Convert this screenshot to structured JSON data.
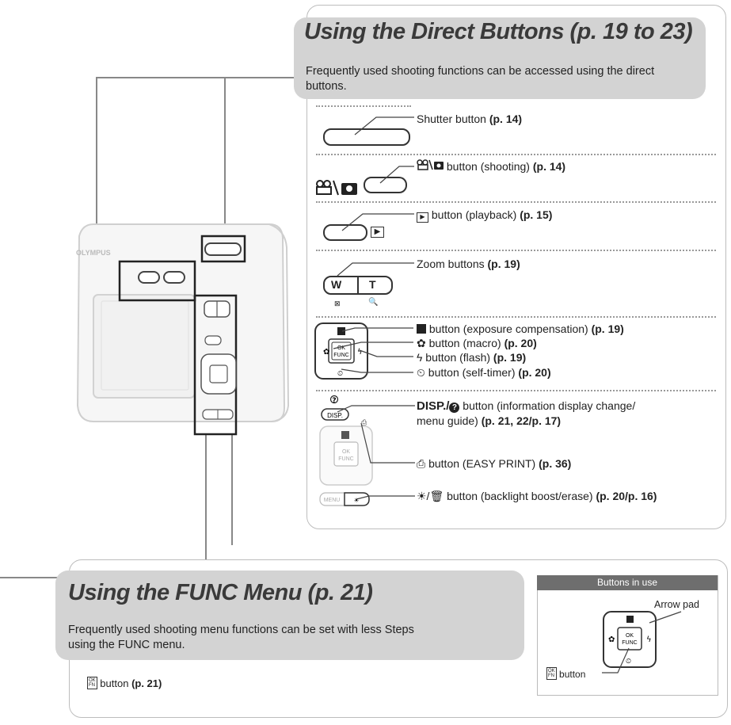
{
  "direct": {
    "title": "Using the Direct Buttons (p. 19 to 23)",
    "intro": "Frequently used shooting functions can be accessed using the direct buttons.",
    "rows": {
      "shutter": {
        "text": "Shutter button",
        "ref": "(p. 14)"
      },
      "movie": {
        "text": " button (shooting)",
        "ref": "(p. 14)"
      },
      "playback": {
        "text": " button (playback)",
        "ref": "(p. 15)"
      },
      "zoom": {
        "text": "Zoom buttons",
        "ref": "(p. 19)",
        "w": "W",
        "t": "T"
      },
      "exposure": {
        "text": " button (exposure compensation)",
        "ref": "(p. 19)"
      },
      "macro": {
        "text": " button (macro)",
        "ref": "(p. 20)"
      },
      "flash": {
        "text": " button (flash)",
        "ref": "(p. 19)"
      },
      "selftimer": {
        "text": " button (self-timer)",
        "ref": "(p. 20)"
      },
      "disp": {
        "bold": "DISP./",
        "text": " button (information display change/",
        "text2": "menu guide)",
        "ref": "(p. 21, 22/p. 17)"
      },
      "print": {
        "text": " button (EASY PRINT)",
        "ref": "(p. 36)"
      },
      "backlight": {
        "text": " button (backlight boost/erase)",
        "ref": "(p. 20/p. 16)"
      }
    },
    "labels": {
      "ok": "OK",
      "func": "FUNC",
      "disp": "DISP.",
      "menu": "MENU"
    }
  },
  "func_menu": {
    "title": "Using the FUNC Menu (p. 21)",
    "intro": "Frequently used shooting menu functions can be set with less Steps using the FUNC menu.",
    "button_text": " button",
    "button_ref": "(p. 21)"
  },
  "buttons_in_use": {
    "header": "Buttons in use",
    "arrow_pad": "Arrow pad",
    "button_label": "button"
  },
  "camera": {
    "brand": "OLYMPUS"
  }
}
